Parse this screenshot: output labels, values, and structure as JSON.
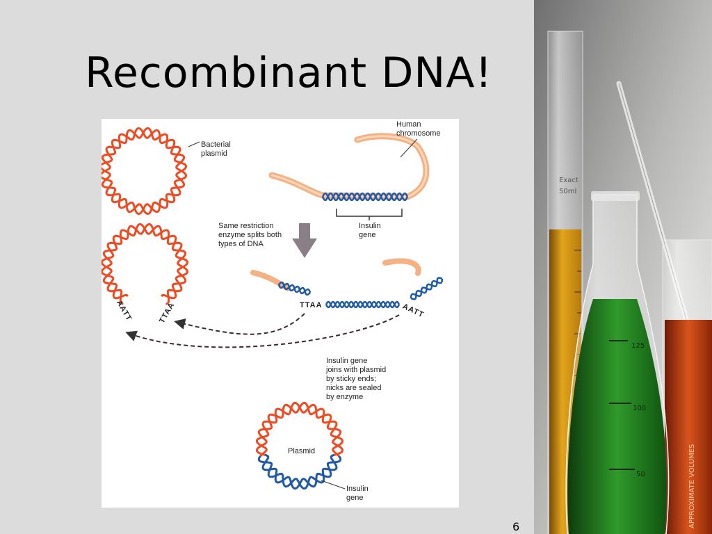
{
  "slide": {
    "title": "Recombinant DNA!",
    "page_number": "6"
  },
  "diagram": {
    "labels": {
      "bacterial_plasmid": [
        "Bacterial",
        "plasmid"
      ],
      "human_chromosome": [
        "Human",
        "chromosome"
      ],
      "insulin_gene_top": [
        "Insulin",
        "gene"
      ],
      "restriction_enzyme": [
        "Same restriction",
        "enzyme splits both",
        "types of DNA"
      ],
      "joining_step": [
        "Insulin gene",
        "joins with plasmid",
        "by sticky ends;",
        "nicks are sealed",
        "by enzyme"
      ],
      "plasmid": "Plasmid",
      "insulin_gene_bottom": [
        "Insulin",
        "gene"
      ]
    },
    "sticky_ends": {
      "plasmid_left": "AATT",
      "plasmid_right": "TTAA",
      "gene_left": "TTAA",
      "chromosome_right": "AATT"
    },
    "colors": {
      "plasmid_dna": "#ef4b23",
      "insulin_dna": "#1f5aa8",
      "chromosome": "#f5b183",
      "arrow": "#8a7f86"
    }
  },
  "photo": {
    "beaker_markings": {
      "tube_brand": "Exact",
      "tube_volume": "50ml",
      "flask_mark_1": "125",
      "flask_mark_2": "100",
      "flask_mark_3": "50",
      "beaker_text": "APPROXIMATE VOLUMES"
    }
  }
}
